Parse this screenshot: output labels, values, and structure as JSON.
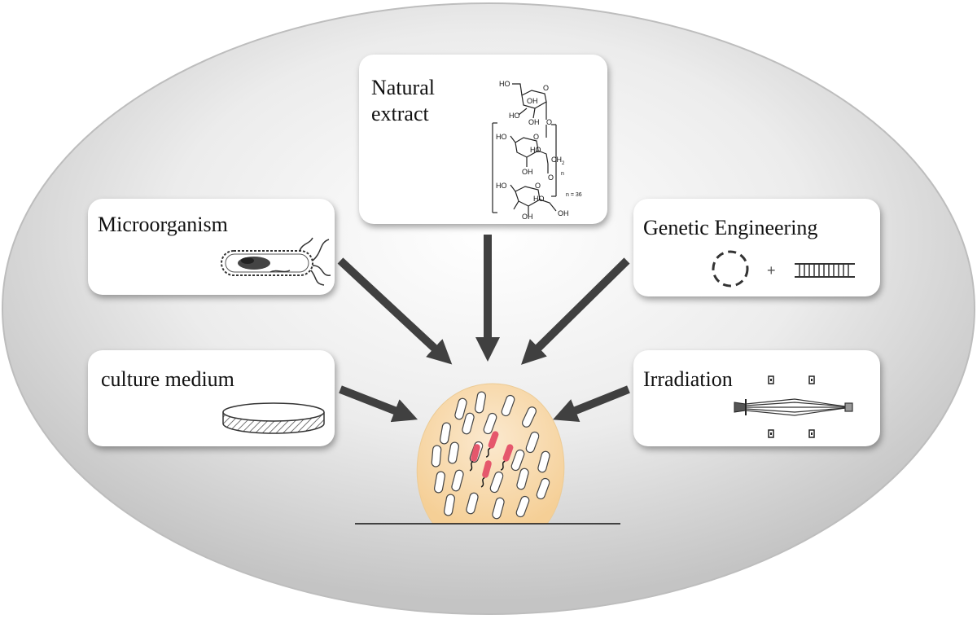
{
  "sources": {
    "microorganism": {
      "label": "Microorganism",
      "icon": "bacterium-icon"
    },
    "culture_medium": {
      "label": "culture medium",
      "icon": "petri-dish-icon"
    },
    "natural_extract": {
      "label_line1": "Natural",
      "label_line2": "extract",
      "icon": "polysaccharide-structure-icon"
    },
    "genetic_engineering": {
      "label": "Genetic Engineering",
      "icon": "plasmid-dna-icon"
    },
    "irradiation": {
      "label": "Irradiation",
      "icon": "irradiation-beam-icon"
    }
  },
  "structure": {
    "ho1": "HO",
    "oh1": "OH",
    "ho2": "HO",
    "oh2": "OH",
    "o1": "O",
    "ho3": "HO",
    "ho4": "HO",
    "oh3": "OH",
    "ch2": "CH",
    "ch2_sub": "2",
    "o2": "O",
    "ho5": "HO",
    "ho6": "HO",
    "oh4": "OH",
    "oh5": "OH",
    "o3": "O",
    "o4": "O",
    "o5": "O",
    "n_sub": "n",
    "n_value": "n = 36"
  },
  "genetic": {
    "plus": "+"
  },
  "colors": {
    "ellipse_edge": "#c4c4c4",
    "arrow": "#404040",
    "colony_fill": "#f8dcae",
    "highlight_cell": "#e5576c"
  }
}
